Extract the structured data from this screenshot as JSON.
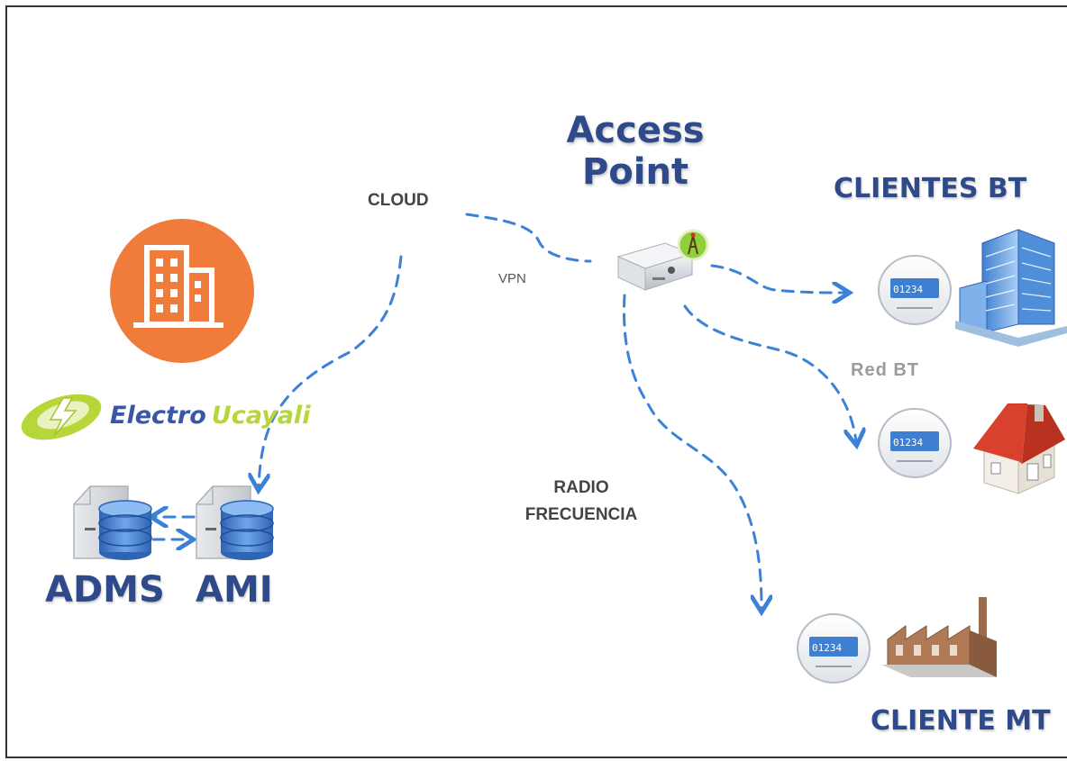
{
  "title": {
    "line1": "Access",
    "line2": "Point"
  },
  "labels": {
    "cloud": "CLOUD",
    "vpn": "VPN",
    "red_bt": "Red BT",
    "radio_line1": "RADIO",
    "radio_line2": "FRECUENCIA",
    "clientes_bt": "CLIENTES BT",
    "cliente_mt": "CLIENTE MT",
    "adms": "ADMS",
    "ami": "AMI"
  },
  "brand": {
    "word1": "Electro",
    "word2": "Ucayali"
  },
  "meter": {
    "reading": "01234"
  },
  "colors": {
    "title_blue": "#2e4a8a",
    "arrow_blue": "#3b82d6",
    "orange_circle": "#f07c3c",
    "brand_green": "#b7d63a",
    "roof_red": "#d9412f"
  },
  "icons": [
    "building-circle-icon",
    "lightning-logo-icon",
    "server-database-icon",
    "access-point-device-icon",
    "antenna-icon",
    "meter-icon",
    "office-building-icon",
    "house-icon",
    "factory-icon"
  ]
}
